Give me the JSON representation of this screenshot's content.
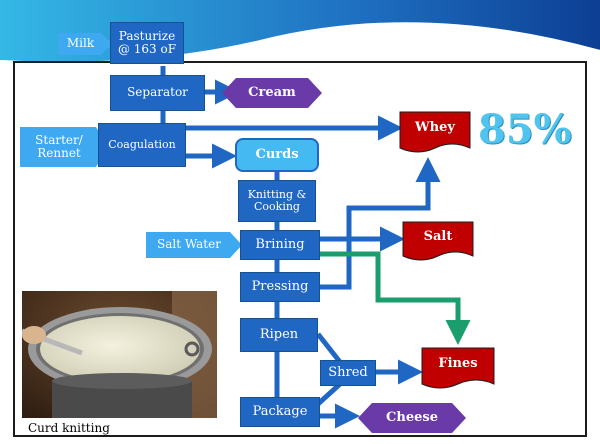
{
  "nodes": {
    "milk": "Milk",
    "pasturize": "Pasturize @ 163 oF",
    "separator": "Separator",
    "cream": "Cream",
    "starter_rennet": "Starter/ Rennet",
    "coagulation": "Coagulation",
    "whey": "Whey",
    "whey_percent": "85%",
    "curds": "Curds",
    "knitting_cooking": "Knitting & Cooking",
    "salt_water": "Salt Water",
    "brining": "Brining",
    "salt": "Salt",
    "pressing": "Pressing",
    "ripen": "Ripen",
    "shred": "Shred",
    "fines": "Fines",
    "package": "Package",
    "cheese": "Cheese"
  },
  "photo_caption": "Curd knitting",
  "colors": {
    "process_box": "#1f67c3",
    "input_box": "#3ea8f0",
    "waste_flag": "#c00000",
    "product_hex": "#6a3aa8",
    "arrow": "#1f67c3",
    "green_arrow": "#1a9e6e",
    "percent_text": "#4fc4ee"
  }
}
